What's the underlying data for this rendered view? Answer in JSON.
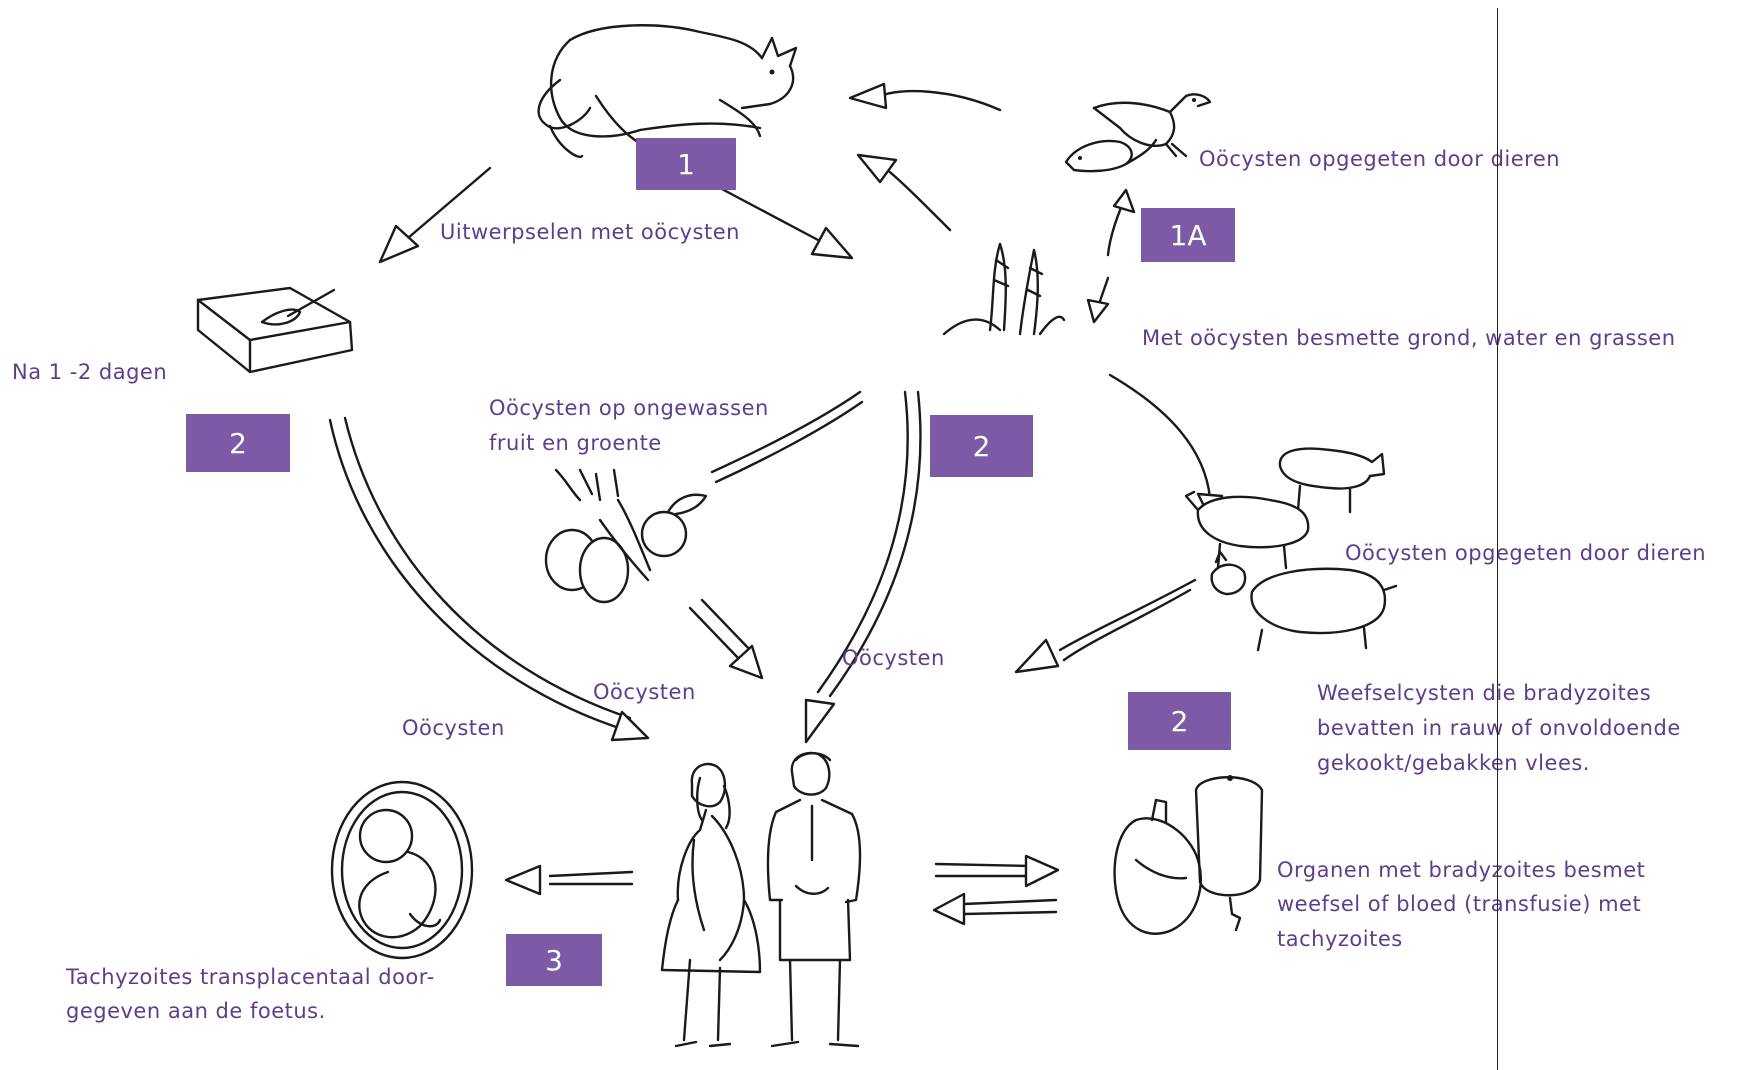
{
  "badges": {
    "b1": "1",
    "b1a": "1A",
    "b2_left": "2",
    "b2_center": "2",
    "b2_right": "2",
    "b3": "3"
  },
  "labels": {
    "uitwerpselen": "Uitwerpselen met oöcysten",
    "oocysten_dieren_top": "Oöcysten opgegeten door dieren",
    "grond": "Met oöcysten besmette grond, water en grassen",
    "na_dagen": "Na 1 -2 dagen",
    "fruit_line1": "Oöcysten op ongewassen",
    "fruit_line2": "fruit en groente",
    "oocysten_dieren_mid": "Oöcysten opgegeten door dieren",
    "oocysten_left": "Oöcysten",
    "oocysten_mid": "Oöcysten",
    "oocysten_center": "Oöcysten",
    "weefsel_line1": "Weefselcysten die bradyzoites",
    "weefsel_line2": "bevatten in rauw of onvoldoende",
    "weefsel_line3": "gekookt/gebakken vlees.",
    "organen_line1": "Organen met bradyzoites besmet",
    "organen_line2": "weefsel of bloed (transfusie) met",
    "organen_line3": "tachyzoites",
    "tachy_line1": "Tachyzoites transplacentaal door-",
    "tachy_line2": "gegeven aan de foetus."
  },
  "colors": {
    "label_text": "#5e3e8c",
    "badge_fill": "#7d5aa6",
    "ink": "#1a1a1a"
  },
  "icons": [
    "cat-icon",
    "bird-icon",
    "rodent-icon",
    "grass-icon",
    "litter-box-icon",
    "vegetables-icon",
    "livestock-icon",
    "pregnant-woman-icon",
    "man-icon",
    "fetus-icon",
    "heart-organ-icon",
    "blood-bag-icon"
  ]
}
